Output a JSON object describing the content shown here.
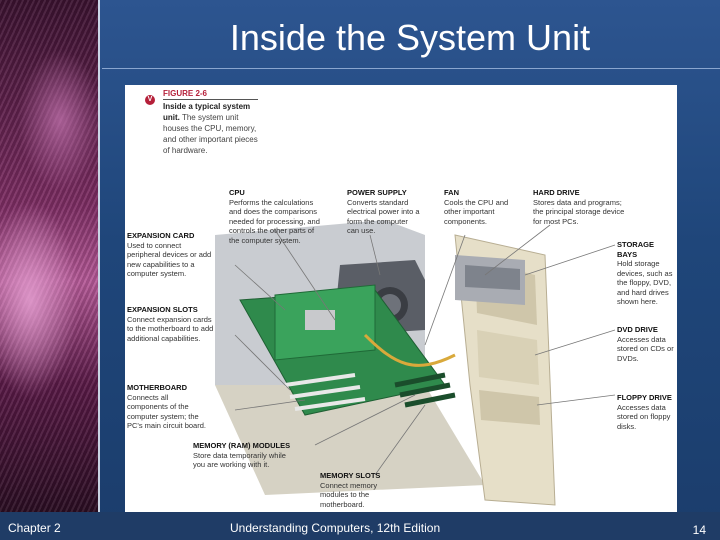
{
  "slide": {
    "title": "Inside the System Unit",
    "footer_left": "Chapter 2",
    "footer_center": "Understanding Computers, 12th Edition",
    "page_number": "14"
  },
  "figure": {
    "badge": "V",
    "number": "FIGURE 2-6",
    "caption_bold": "Inside a typical system unit.",
    "caption_rest": " The system unit houses the CPU, memory, and other important pieces of hardware."
  },
  "labels": {
    "cpu": {
      "title": "CPU",
      "text": "Performs the calculations and does the comparisons needed for processing, and controls the other parts of the computer system."
    },
    "power_supply": {
      "title": "POWER SUPPLY",
      "text": "Converts standard electrical power into a form the computer can use."
    },
    "fan": {
      "title": "FAN",
      "text": "Cools the CPU and other important components."
    },
    "hard_drive": {
      "title": "HARD DRIVE",
      "text": "Stores data and programs; the principal storage device for most PCs."
    },
    "expansion_card": {
      "title": "EXPANSION CARD",
      "text": "Used to connect peripheral devices or add new capabilities to a computer system."
    },
    "storage_bays": {
      "title": "STORAGE BAYS",
      "text": "Hold storage devices, such as the floppy, DVD, and hard drives shown here."
    },
    "expansion_slots": {
      "title": "EXPANSION SLOTS",
      "text": "Connect expansion cards to the motherboard to add additional capabilities."
    },
    "dvd_drive": {
      "title": "DVD DRIVE",
      "text": "Accesses data stored on CDs or DVDs."
    },
    "motherboard": {
      "title": "MOTHERBOARD",
      "text": "Connects all components of the computer system; the PC's main circuit board."
    },
    "floppy_drive": {
      "title": "FLOPPY DRIVE",
      "text": "Accesses data stored on floppy disks."
    },
    "memory_modules": {
      "title": "MEMORY (RAM) MODULES",
      "text": "Store data temporarily while you are working with it."
    },
    "memory_slots": {
      "title": "MEMORY SLOTS",
      "text": "Connect memory modules to the motherboard."
    }
  }
}
